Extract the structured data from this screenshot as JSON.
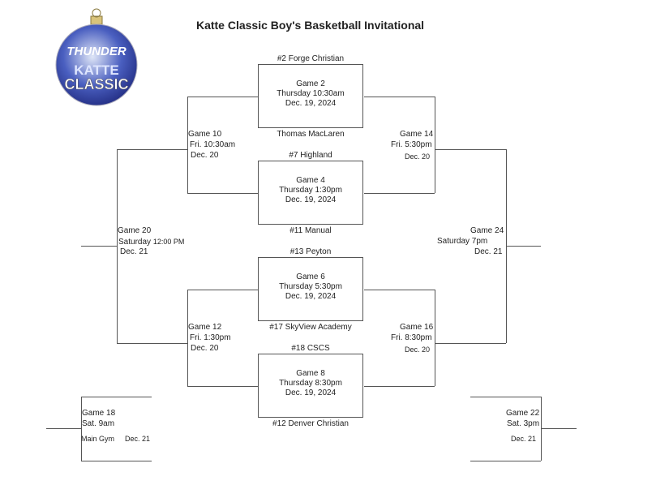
{
  "title": "Katte Classic Boy's Basketball Invitational",
  "logo": {
    "top": "THUNDER",
    "line1": "KATTE",
    "line2": "CLASSIC"
  },
  "first_round": [
    {
      "top_team": "#2 Forge Christian",
      "game": "Game 2",
      "time": "Thursday 10:30am",
      "date": "Dec. 19, 2024",
      "bottom_team": "Thomas MacLaren"
    },
    {
      "top_team": "#7 Highland",
      "game": "Game 4",
      "time": "Thursday 1:30pm",
      "date": "Dec. 19, 2024",
      "bottom_team": "#11 Manual"
    },
    {
      "top_team": "#13 Peyton",
      "game": "Game 6",
      "time": "Thursday 5:30pm",
      "date": "Dec. 19, 2024",
      "bottom_team": "#17 SkyView Academy"
    },
    {
      "top_team": "#18 CSCS",
      "game": "Game 8",
      "time": "Thursday 8:30pm",
      "date": "Dec. 19, 2024",
      "bottom_team": "#12 Denver Christian"
    }
  ],
  "games": {
    "g10": {
      "game": "Game 10",
      "time": "Fri. 10:30am",
      "date": "Dec. 20"
    },
    "g12": {
      "game": "Game 12",
      "time": "Fri. 1:30pm",
      "date": "Dec. 20"
    },
    "g14": {
      "game": "Game 14",
      "time": "Fri. 5:30pm",
      "date": "Dec. 20"
    },
    "g16": {
      "game": "Game 16",
      "time": "Fri. 8:30pm",
      "date": "Dec. 20"
    },
    "g20": {
      "game": "Game 20",
      "time_day": "Saturday",
      "time_hour": "12:00 PM",
      "date": "Dec. 21"
    },
    "g24": {
      "game": "Game 24",
      "time": "Saturday 7pm",
      "date": "Dec. 21"
    },
    "g18": {
      "game": "Game 18",
      "time": "Sat. 9am",
      "location": "Main Gym",
      "date": "Dec. 21"
    },
    "g22": {
      "game": "Game 22",
      "time": "Sat. 3pm",
      "date": "Dec. 21"
    }
  }
}
